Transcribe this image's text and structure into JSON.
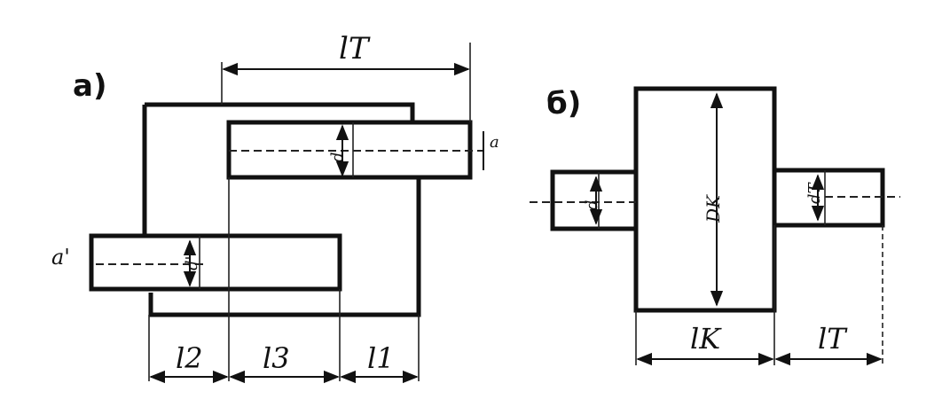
{
  "view_a": {
    "label": "a)",
    "dim_top": "lT",
    "dim_l1": "l1",
    "dim_l2": "l2",
    "dim_l3": "l3",
    "upper_cylinder_dia": "d",
    "lower_cylinder_dia": "d'",
    "lower_axis_label": "a'",
    "upper_axis_label": "a"
  },
  "view_b": {
    "label": "б)",
    "dim_lk": "lK",
    "dim_lt": "lT",
    "body_dia": "DK",
    "left_shaft_dia": "d",
    "right_shaft_dia": "dT"
  }
}
